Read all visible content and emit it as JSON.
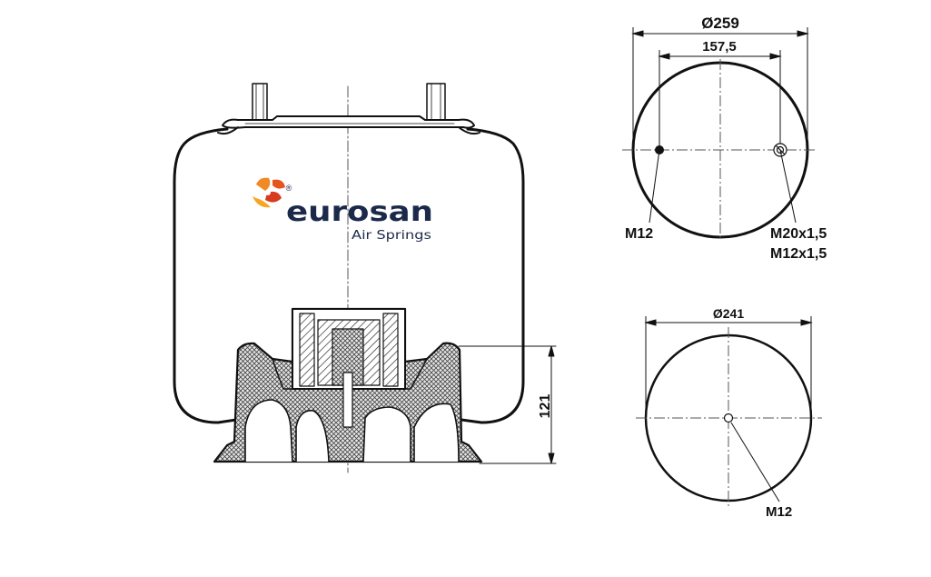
{
  "brand": {
    "name": "eurosan",
    "tagline": "Air Springs",
    "registered_mark": "®",
    "colors": {
      "text": "#1b2a4a",
      "logo_orange": "#f08a24",
      "logo_red": "#d83a1e",
      "tagline": "#1b2a4a"
    }
  },
  "side_view": {
    "height_label": "121"
  },
  "top_view": {
    "outer_diameter_label": "Ø259",
    "bolt_spacing_label": "157,5",
    "left_thread_label": "M12",
    "right_thread_labels": [
      "M20x1,5",
      "M12x1,5"
    ]
  },
  "bottom_view": {
    "diameter_label": "Ø241",
    "center_thread_label": "M12"
  },
  "colors": {
    "line": "#111111",
    "hatch": "#333333"
  }
}
